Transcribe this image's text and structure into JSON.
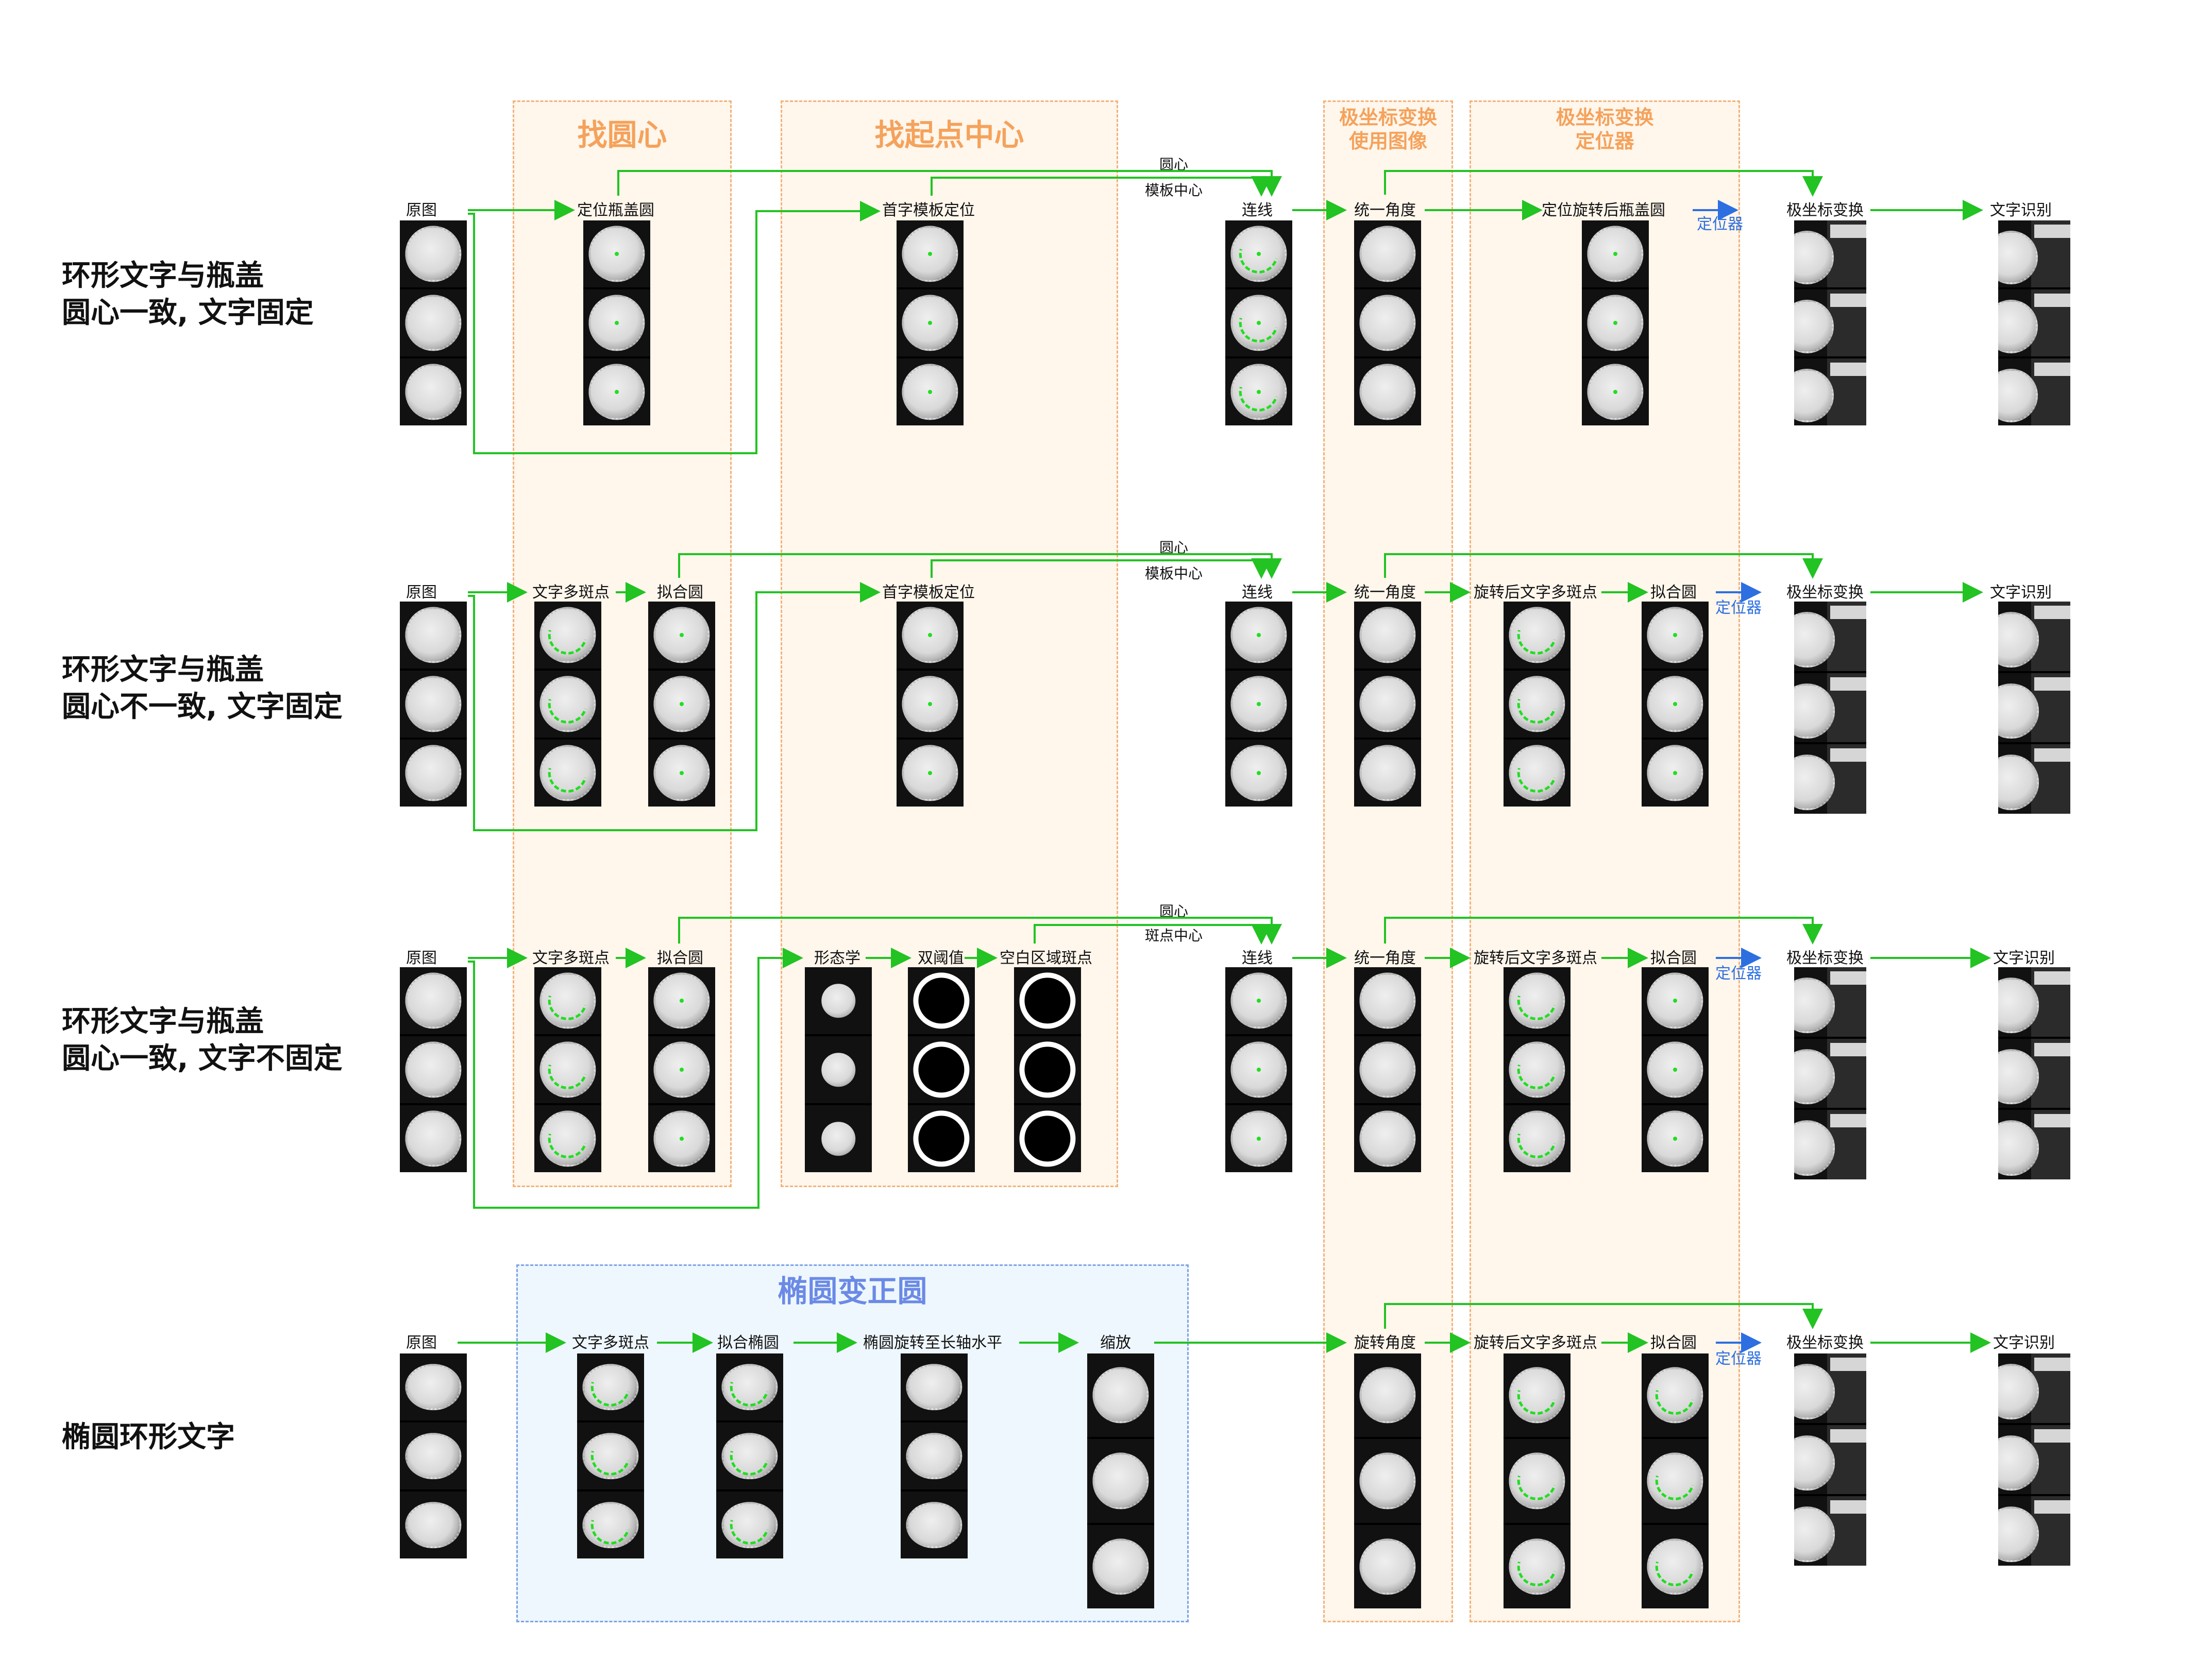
{
  "zones": {
    "find_center": "找圆心",
    "find_start": "找起点中心",
    "polar_image": "极坐标变换\n使用图像",
    "polar_locator": "极坐标变换\n定位器",
    "ellipse": "椭圆变正圆"
  },
  "rows": [
    {
      "label": "环形文字与瓶盖\n圆心一致, 文字固定",
      "steps": [
        "原图",
        "定位瓶盖圆",
        "首字模板定位",
        "连线",
        "统一角度",
        "定位旋转后瓶盖圆",
        "极坐标变换",
        "文字识别"
      ],
      "edge_labels": [
        "圆心",
        "模板中心"
      ],
      "locator": "定位器"
    },
    {
      "label": "环形文字与瓶盖\n圆心不一致, 文字固定",
      "steps": [
        "原图",
        "文字多斑点",
        "拟合圆",
        "首字模板定位",
        "连线",
        "统一角度",
        "旋转后文字多斑点",
        "拟合圆",
        "极坐标变换",
        "文字识别"
      ],
      "edge_labels": [
        "圆心",
        "模板中心"
      ],
      "locator": "定位器"
    },
    {
      "label": "环形文字与瓶盖\n圆心一致, 文字不固定",
      "steps": [
        "原图",
        "文字多斑点",
        "拟合圆",
        "形态学",
        "双阈值",
        "空白区域斑点",
        "连线",
        "统一角度",
        "旋转后文字多斑点",
        "拟合圆",
        "极坐标变换",
        "文字识别"
      ],
      "edge_labels": [
        "圆心",
        "斑点中心"
      ],
      "locator": "定位器"
    },
    {
      "label": "椭圆环形文字",
      "steps": [
        "原图",
        "文字多斑点",
        "拟合椭圆",
        "椭圆旋转至长轴水平",
        "缩放",
        "旋转角度",
        "旋转后文字多斑点",
        "拟合圆",
        "极坐标变换",
        "文字识别"
      ],
      "locator": "定位器"
    }
  ],
  "colors": {
    "arrow": "#22c322",
    "locator_arrow": "#2d6fe0",
    "zone_border": "#f2b27a",
    "zone_title": "#f5a25b",
    "ellipse_title": "#6b8ae6"
  }
}
